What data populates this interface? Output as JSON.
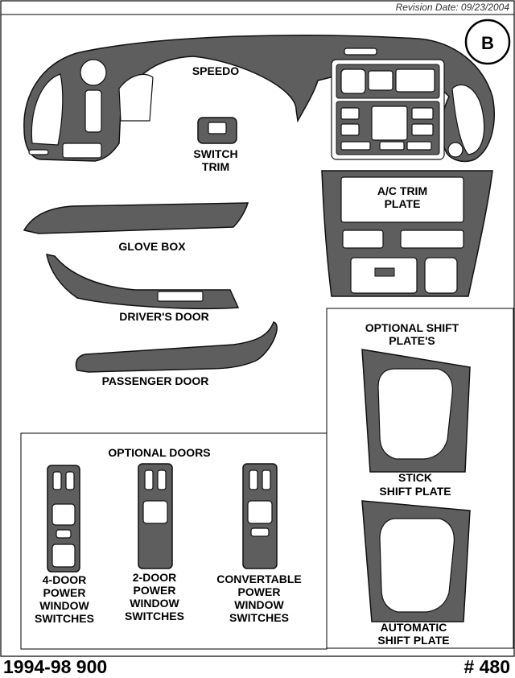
{
  "sheet": {
    "revision": "Revision Date:  09/23/2004",
    "badge": "B",
    "model_year": "1994-98  900",
    "part_number": "# 480"
  },
  "labels": {
    "speedo": "SPEEDO",
    "switch_trim": [
      "SWITCH",
      "TRIM"
    ],
    "ac_trim": [
      "A/C TRIM",
      "PLATE"
    ],
    "glove_box": "GLOVE BOX",
    "drivers_door": "DRIVER'S DOOR",
    "passenger_door": "PASSENGER DOOR",
    "optional_shift_heading": [
      "OPTIONAL SHIFT",
      "PLATE'S"
    ],
    "stick_shift": [
      "STICK",
      "SHIFT PLATE"
    ],
    "automatic_shift": [
      "AUTOMATIC",
      "SHIFT PLATE"
    ],
    "optional_doors_heading": "OPTIONAL DOORS",
    "four_door": [
      "4-DOOR",
      "POWER",
      "WINDOW",
      "SWITCHES"
    ],
    "two_door": [
      "2-DOOR",
      "POWER",
      "WINDOW",
      "SWITCHES"
    ],
    "convertable": [
      "CONVERTABLE",
      "POWER",
      "WINDOW",
      "SWITCHES"
    ]
  },
  "colors": {
    "part_fill": "#5e5e5e",
    "paper": "#ffffff",
    "outline": "#000000"
  }
}
